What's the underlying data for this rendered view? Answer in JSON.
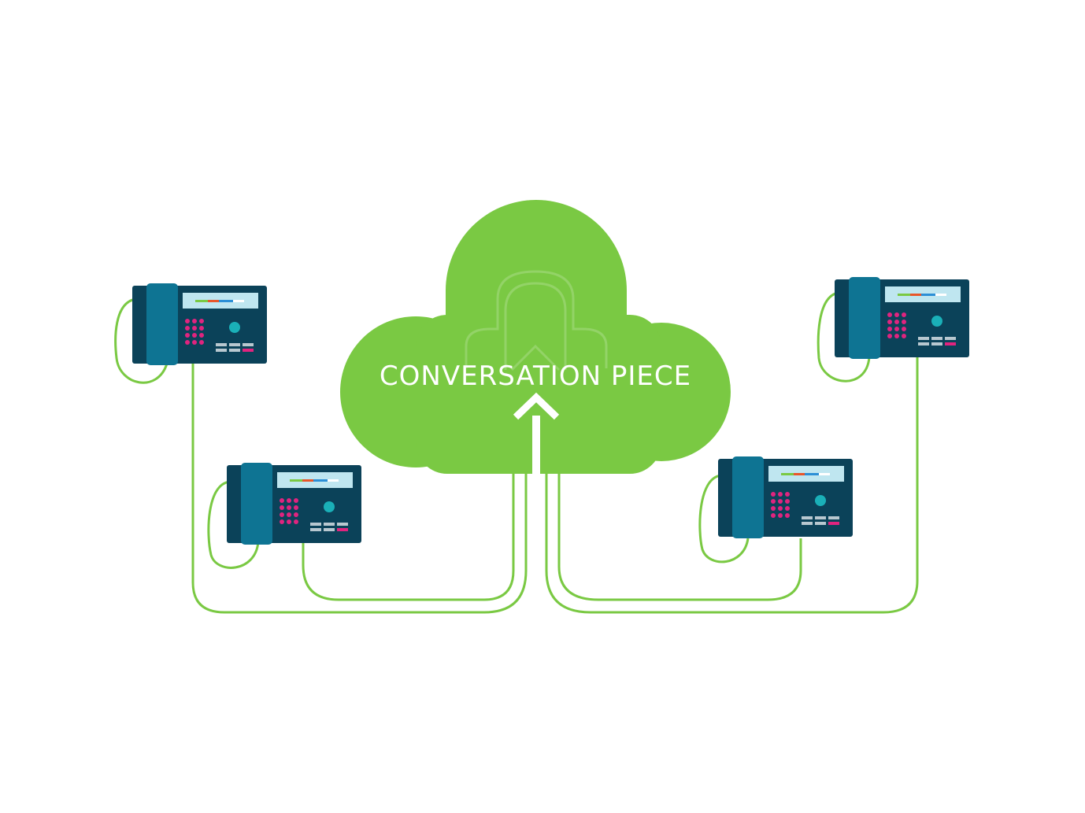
{
  "cloud": {
    "title": "CONVERSATION PIECE",
    "color": "#7ac943",
    "watermark_color": "#a8dc86",
    "arrow_color": "#ffffff",
    "text_color": "#ffffff"
  },
  "colors": {
    "cable": "#7ac943",
    "phone_body": "#0b4259",
    "handset": "#0e7493",
    "screen": "#bfe6f0",
    "keypad": "#e0247f",
    "dial_button": "#1ab0b8",
    "soft_keys": "#b8c8d0",
    "soft_key_accent": "#e0247f",
    "status_bar": [
      "#7ac943",
      "#e8562a",
      "#2c8fd6",
      "#ffffff"
    ]
  },
  "phones": [
    {
      "id": "top-left"
    },
    {
      "id": "bottom-left"
    },
    {
      "id": "bottom-right"
    },
    {
      "id": "top-right"
    }
  ]
}
